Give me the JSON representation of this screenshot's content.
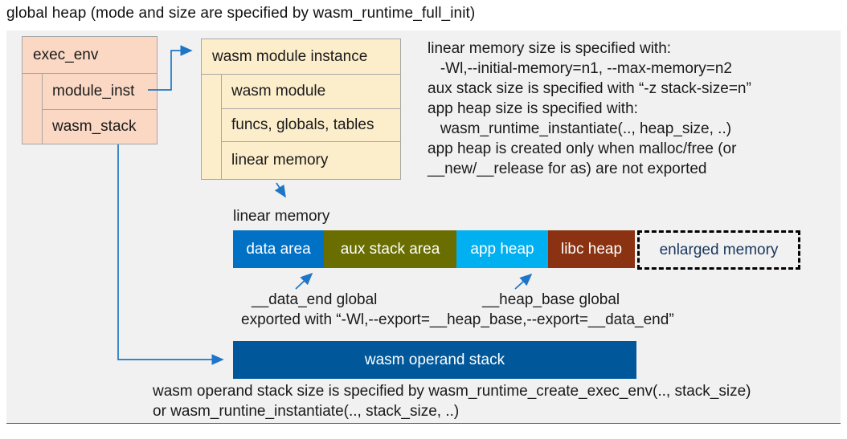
{
  "title": "global heap (mode and size are specified by wasm_runtime_full_init)",
  "exec_env": {
    "header": "exec_env",
    "rows": [
      "module_inst",
      "wasm_stack"
    ]
  },
  "module_instance": {
    "header": "wasm module instance",
    "rows": [
      "wasm module",
      "funcs, globals, tables",
      "linear memory"
    ]
  },
  "notes_right": {
    "lines": [
      "linear memory size is specified with:",
      "   -Wl,--initial-memory=n1, --max-memory=n2",
      "aux stack size is specified with “-z stack-size=n”",
      "app heap size is specified with:",
      "   wasm_runtime_instantiate(.., heap_size, ..)",
      "app heap is created only when malloc/free (or",
      "__new/__release for as) are not exported"
    ]
  },
  "linear_memory": {
    "label": "linear memory",
    "segments": [
      {
        "label": "data area",
        "color": "#0071c5"
      },
      {
        "label": "aux stack area",
        "color": "#6a6e00"
      },
      {
        "label": "app heap",
        "color": "#00b0f0"
      },
      {
        "label": "libc heap",
        "color": "#8a3211"
      }
    ],
    "enlarged": {
      "label": "enlarged memory",
      "text_color": "#17365d",
      "border": "dashed-black"
    }
  },
  "annotations": {
    "data_end": "__data_end global",
    "heap_base": "__heap_base global",
    "exported": "exported with “-Wl,--export=__heap_base,--export=__data_end”"
  },
  "operand_stack": {
    "label": "wasm operand stack",
    "color": "#00589b"
  },
  "notes_bottom": {
    "lines": [
      "wasm operand stack size is specified by wasm_runtime_create_exec_env(.., stack_size)",
      "or wasm_runtine_instantiate(.., stack_size, ..)"
    ]
  },
  "colors": {
    "stage_background": "#f1f1f1",
    "struct_pink": "#fbd8c3",
    "struct_cream": "#fdeecb",
    "arrow_blue": "#1f76c7"
  }
}
